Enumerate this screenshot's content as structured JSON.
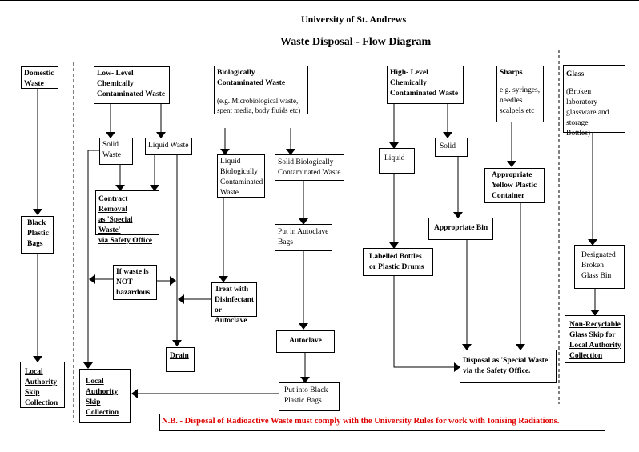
{
  "header": {
    "institution": "University of St. Andrews",
    "title": "Waste Disposal - Flow Diagram"
  },
  "nodes": {
    "domestic": "Domestic\nWaste",
    "black_bags": "Black\nPlastic\nBags",
    "la_skip_1": "Local\nAuthority\nSkip\nCollection",
    "low_level": "Low- Level\nChemically\nContaminated Waste",
    "solid_waste": "Solid\nWaste",
    "liquid_waste": "Liquid Waste",
    "contract_removal": "Contract Removal\nas 'Special Waste'\nvia Safety  Office",
    "not_hazardous": "If waste is\nNOT\nhazardous",
    "drain": "Drain",
    "la_skip_2": "Local\nAuthority\nSkip\nCollection",
    "bio_title": "Biologically\nContaminated Waste",
    "bio_examples": "(e.g. Microbiological waste,\nspent media, body fluids etc)",
    "liquid_bio": "Liquid\nBiologically\nContaminated\nWaste",
    "treat": "Treat with\nDisinfectant\nor Autoclave",
    "solid_bio": "Solid Biologically\nContaminated Waste",
    "autoclave_bags": "Put in Autoclave\nBags",
    "autoclave": "Autoclave",
    "black_bags_2": "Put into Black\nPlastic Bags",
    "high_level": "High- Level\nChemically\nContaminated Waste",
    "hl_liquid": "Liquid",
    "hl_solid": "Solid",
    "labelled_bottles": "Labelled Bottles\nor Plastic Drums",
    "appropriate_bin": "Appropriate Bin",
    "special_waste": "Disposal as 'Special Waste'\nvia the Safety Office.",
    "sharps_title": "Sharps",
    "sharps_examples": "e.g. syringes,\nneedles\nscalpels etc",
    "yellow_container": "Appropriate\nYellow Plastic\nContainer",
    "glass_title": "Glass",
    "glass_examples": "(Broken laboratory\nglassware and\nstorage\nBottles)",
    "glass_bin": "Designated\nBroken\nGlass Bin",
    "glass_skip": "Non-Recyclable\nGlass Skip for\nLocal Authority\nCollection"
  },
  "note": {
    "text": "N.B. - Disposal of Radioactive Waste must comply with the University Rules for work with Ionising Radiations.",
    "color": "#e00000"
  }
}
